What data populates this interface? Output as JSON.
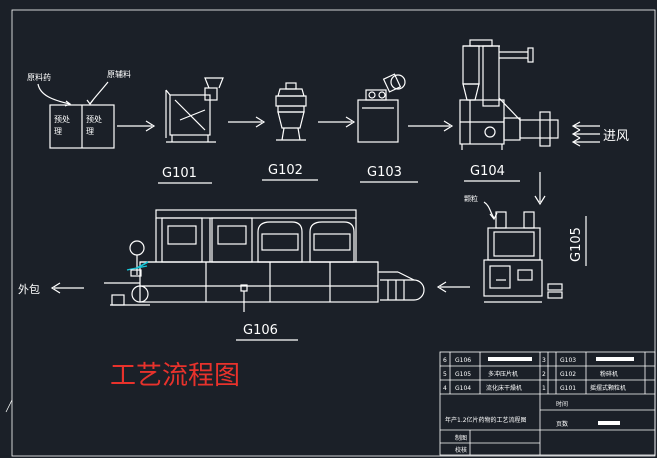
{
  "diagram": {
    "title": "工艺流程图",
    "raw_material_label": "原料药",
    "auxiliary_material_label": "原辅料",
    "pretreatment_label": "预处理",
    "granule_label": "颗粒",
    "inlet_air_label": "进风",
    "outer_pack_label": "外包",
    "stations": [
      {
        "code": "G101"
      },
      {
        "code": "G102"
      },
      {
        "code": "G103"
      },
      {
        "code": "G104"
      },
      {
        "code": "G105"
      },
      {
        "code": "G106"
      }
    ]
  },
  "title_block": {
    "rows": [
      {
        "num_left": "6",
        "code_left": "G106",
        "name_left": "",
        "num_right": "3",
        "code_right": "G103",
        "name_right": ""
      },
      {
        "num_left": "5",
        "code_left": "G105",
        "name_left": "多冲压片机",
        "num_right": "2",
        "code_right": "G102",
        "name_right": "粉碎机"
      },
      {
        "num_left": "4",
        "code_left": "G104",
        "name_left": "流化床干燥机",
        "num_right": "1",
        "code_right": "G101",
        "name_right": "摇摆式颗粒机"
      }
    ],
    "drawing_name": "年产1.2亿片药物的工艺流程图",
    "time_label": "时间",
    "page_label": "页数",
    "draw_label": "制图",
    "check_label": "校核"
  }
}
